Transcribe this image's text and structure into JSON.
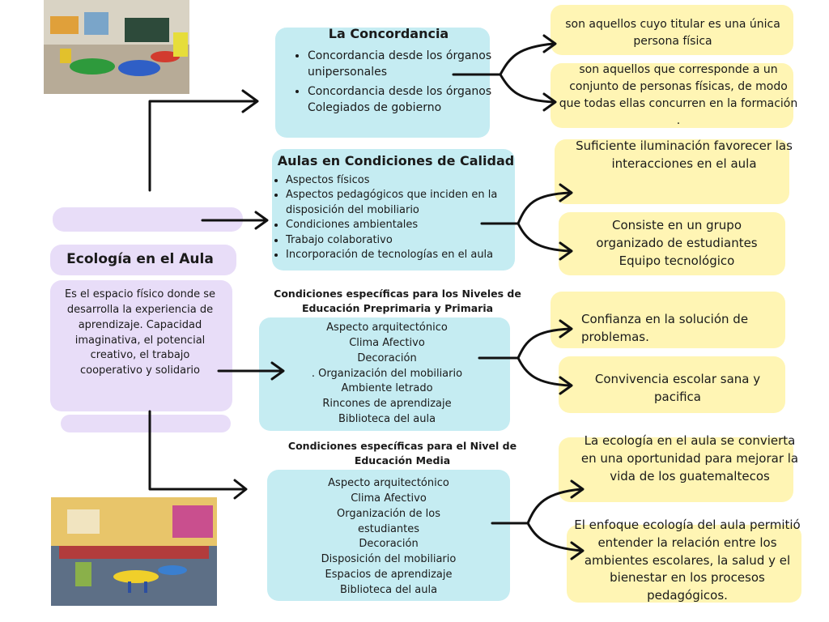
{
  "main": {
    "title": "Ecología en el Aula",
    "description": "Es el espacio físico donde se desarrolla la experiencia de aprendizaje. Capacidad imaginativa, el potencial creativo, el trabajo cooperativo y solidario"
  },
  "concordancia": {
    "title": "La Concordancia",
    "items": [
      "Concordancia desde los órganos unipersonales",
      "Concordancia desde los órganos Colegiados de gobierno"
    ],
    "notes": [
      "son aquellos cuyo titular es una única persona física",
      "son aquellos que corresponde a un conjunto de personas físicas, de modo que todas ellas concurren en la formación ."
    ]
  },
  "aulas": {
    "title": "Aulas en Condiciones de Calidad",
    "items": [
      "Aspectos físicos",
      "Aspectos pedagógicos que inciden en la disposición del mobiliario",
      "Condiciones ambientales",
      "Trabajo colaborativo",
      " Incorporación de tecnologías en el aula"
    ],
    "notes": [
      "Suficiente iluminación favorecer las interacciones en el aula",
      "Consiste en un grupo organizado de estudiantes Equipo tecnológico"
    ]
  },
  "preprimaria": {
    "title": "Condiciones específicas para los Niveles de Educación Preprimaria y Primaria",
    "items": [
      "Aspecto arquitectónico",
      "Clima Afectivo",
      "Decoración",
      ". Organización del mobiliario",
      "Ambiente  letrado",
      "Rincones de aprendizaje",
      "Biblioteca del aula"
    ],
    "notes": [
      "Confianza en la solución de problemas.",
      "Convivencia escolar sana y pacifica"
    ]
  },
  "media": {
    "title": "Condiciones específicas para el Nivel de Educación Media",
    "items": [
      "Aspecto arquitectónico",
      "Clima Afectivo",
      "Organización de los estudiantes",
      "Decoración",
      "Disposición del mobiliario",
      "Espacios de aprendizaje",
      "Biblioteca del aula"
    ],
    "notes": [
      "La ecología en el aula se convierta en una oportunidad para mejorar la vida de los guatemaltecos",
      "El enfoque ecología del aula permitió entender la relación entre los ambientes escolares, la salud y el bienestar en los procesos pedagógicos."
    ]
  },
  "colors": {
    "cyan": "#96dce8",
    "lilac": "#cdb4f0",
    "yellow": "#fff08c"
  }
}
